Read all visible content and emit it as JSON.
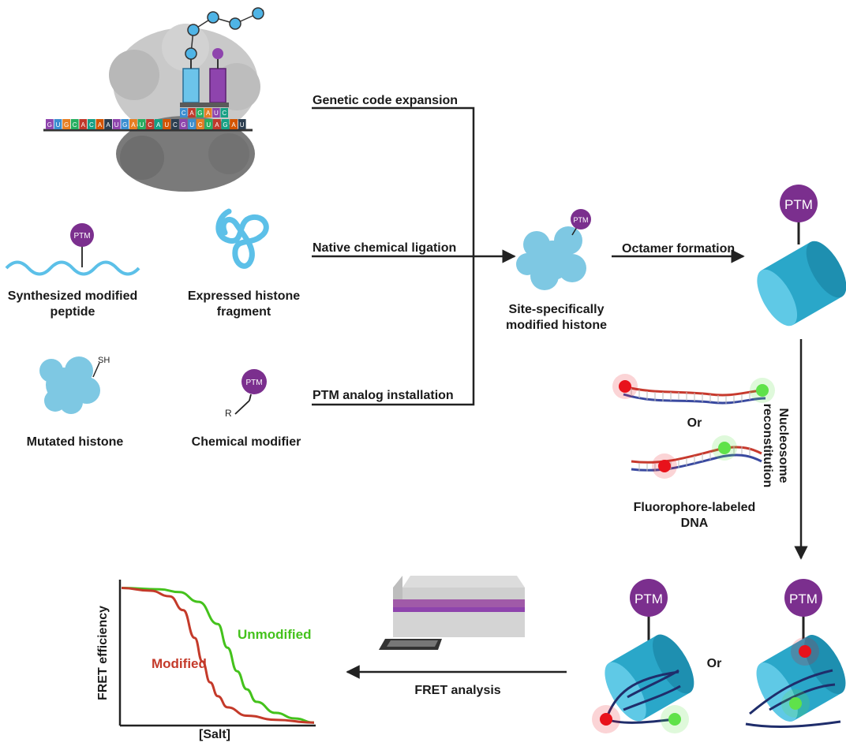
{
  "labels": {
    "genetic_code_expansion": "Genetic code expansion",
    "native_chemical_ligation": "Native chemical ligation",
    "ptm_analog_installation": "PTM analog installation",
    "synthesized_peptide_line1": "Synthesized modified",
    "synthesized_peptide_line2": "peptide",
    "expressed_fragment_line1": "Expressed histone",
    "expressed_fragment_line2": "fragment",
    "mutated_histone": "Mutated histone",
    "chemical_modifier": "Chemical modifier",
    "site_specific_line1": "Site-specifically",
    "site_specific_line2": "modified histone",
    "octamer_formation": "Octamer formation",
    "nucleosome_reconstitution_line1": "Nucleosome",
    "nucleosome_reconstitution_line2": "reconstitution",
    "or_dna": "Or",
    "fluorophore_dna_line1": "Fluorophore-labeled",
    "fluorophore_dna_line2": "DNA",
    "or_nucleosome": "Or",
    "fret_analysis": "FRET analysis"
  },
  "tags": {
    "ptm": "PTM",
    "sh": "SH",
    "r": "R"
  },
  "codons": {
    "mrna": "GUGCACAAUGAUCAUCGUCUAGAU",
    "anticodon": "CAGAUC"
  },
  "chart_data": {
    "type": "line",
    "xlabel": "[Salt]",
    "ylabel": "FRET efficiency",
    "grid": false,
    "series": [
      {
        "name": "Unmodified",
        "color": "#44c21c",
        "x": [
          0,
          0.2,
          0.3,
          0.4,
          0.5,
          0.55,
          0.6,
          0.65,
          0.7,
          0.8,
          0.9,
          1.0
        ],
        "y": [
          0.98,
          0.97,
          0.95,
          0.88,
          0.72,
          0.55,
          0.38,
          0.25,
          0.16,
          0.08,
          0.04,
          0.01
        ]
      },
      {
        "name": "Modified",
        "color": "#c43a2a",
        "x": [
          0,
          0.15,
          0.25,
          0.32,
          0.38,
          0.42,
          0.46,
          0.5,
          0.55,
          0.65,
          0.8,
          1.0
        ],
        "y": [
          0.98,
          0.96,
          0.92,
          0.82,
          0.62,
          0.45,
          0.3,
          0.2,
          0.12,
          0.06,
          0.03,
          0.01
        ]
      }
    ]
  },
  "colors": {
    "ptm": "#7b2f8e",
    "histone": "#7ec8e3",
    "nucleosome": "#2aa7c9",
    "arrow": "#222222",
    "red_fluor": "#e8121b",
    "green_fluor": "#5fe24a"
  }
}
